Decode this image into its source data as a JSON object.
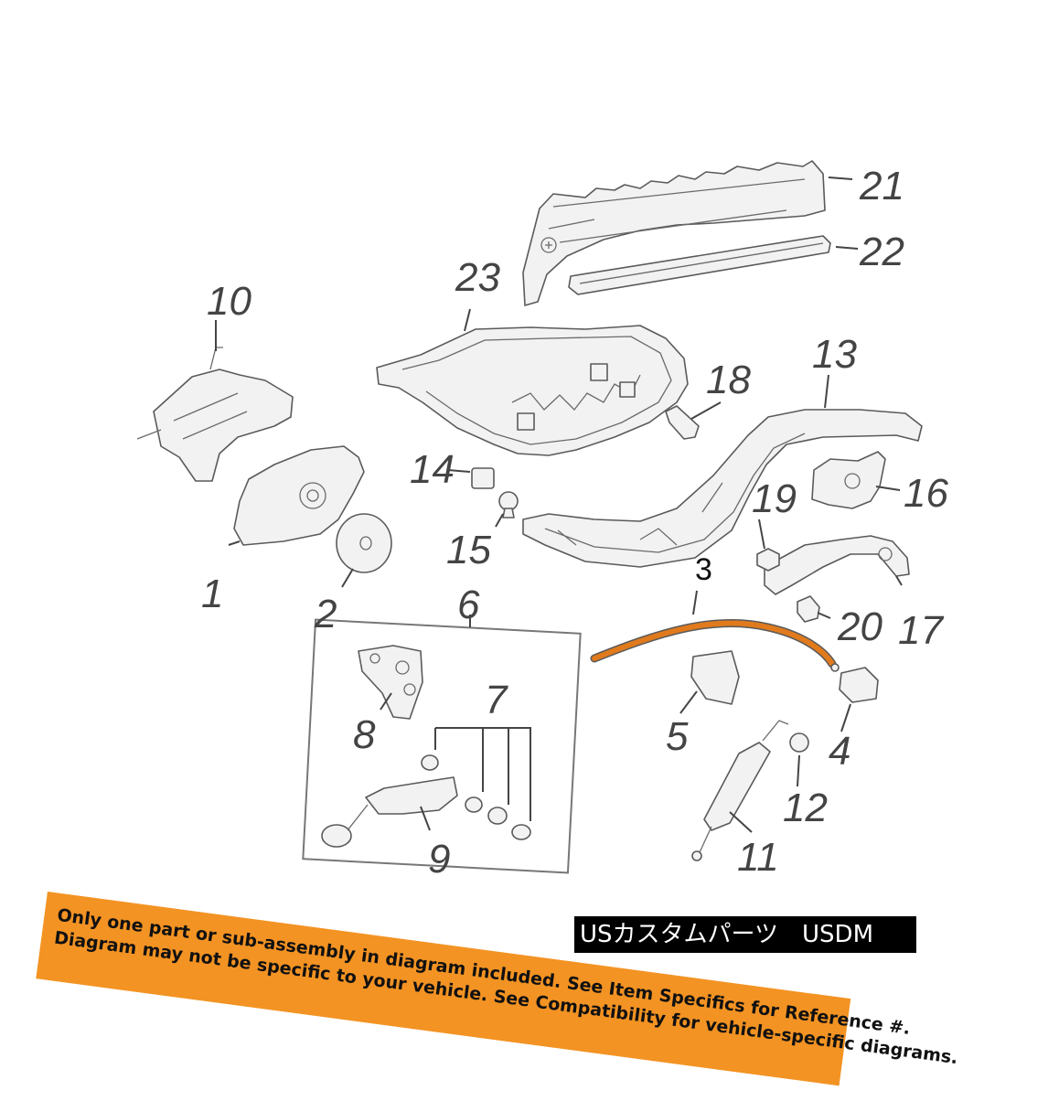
{
  "diagram": {
    "callouts": {
      "c1": "1",
      "c2": "2",
      "c3": "3",
      "c4": "4",
      "c5": "5",
      "c6": "6",
      "c7": "7",
      "c8": "8",
      "c9": "9",
      "c10": "10",
      "c11": "11",
      "c12": "12",
      "c13": "13",
      "c14": "14",
      "c15": "15",
      "c16": "16",
      "c17": "17",
      "c18": "18",
      "c19": "19",
      "c20": "20",
      "c21": "21",
      "c22": "22",
      "c23": "23"
    },
    "highlight_color": "#e07a1c",
    "line_color": "#5a5a5a"
  },
  "banner": {
    "line1": "Only one part or sub-assembly in diagram included. See Item Specifics for Reference #.",
    "line2": "Diagram may not be specific to your vehicle. See Compatibility for vehicle-specific diagrams.",
    "background": "#f39323"
  },
  "watermark": {
    "text": "USカスタムパーツ　USDM"
  }
}
